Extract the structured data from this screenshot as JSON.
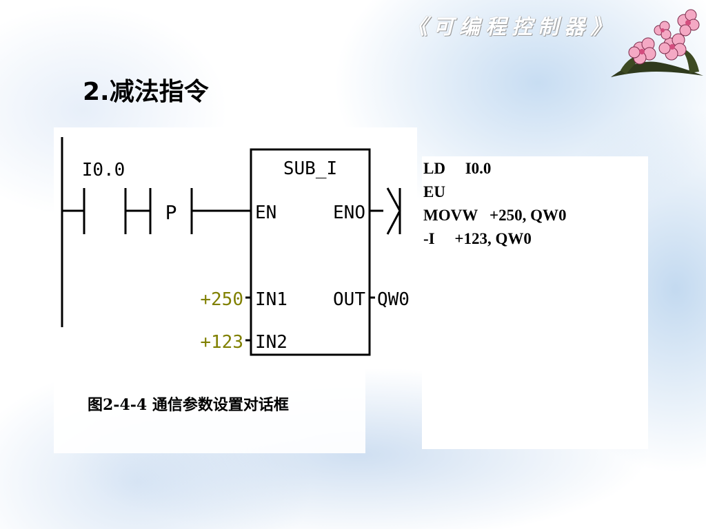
{
  "header": {
    "title": "《可编程控制器》"
  },
  "page": {
    "title": "2.减法指令"
  },
  "diagram": {
    "contact_label": "I0.0",
    "edge_label": "P",
    "block_name": "SUB_I",
    "pins": {
      "en": "EN",
      "eno": "ENO",
      "in1": "IN1",
      "in2": "IN2",
      "out": "OUT"
    },
    "in1_value": "+250",
    "in2_value": "+123",
    "out_value": "QW0",
    "colors": {
      "line": "#000000",
      "operand": "#808000"
    }
  },
  "caption": {
    "text": "图2-4-4 通信参数设置对话框"
  },
  "code": {
    "lines": [
      "LD     I0.0",
      "EU",
      "MOVW   +250, QW0",
      "-I     +123, QW0"
    ]
  }
}
